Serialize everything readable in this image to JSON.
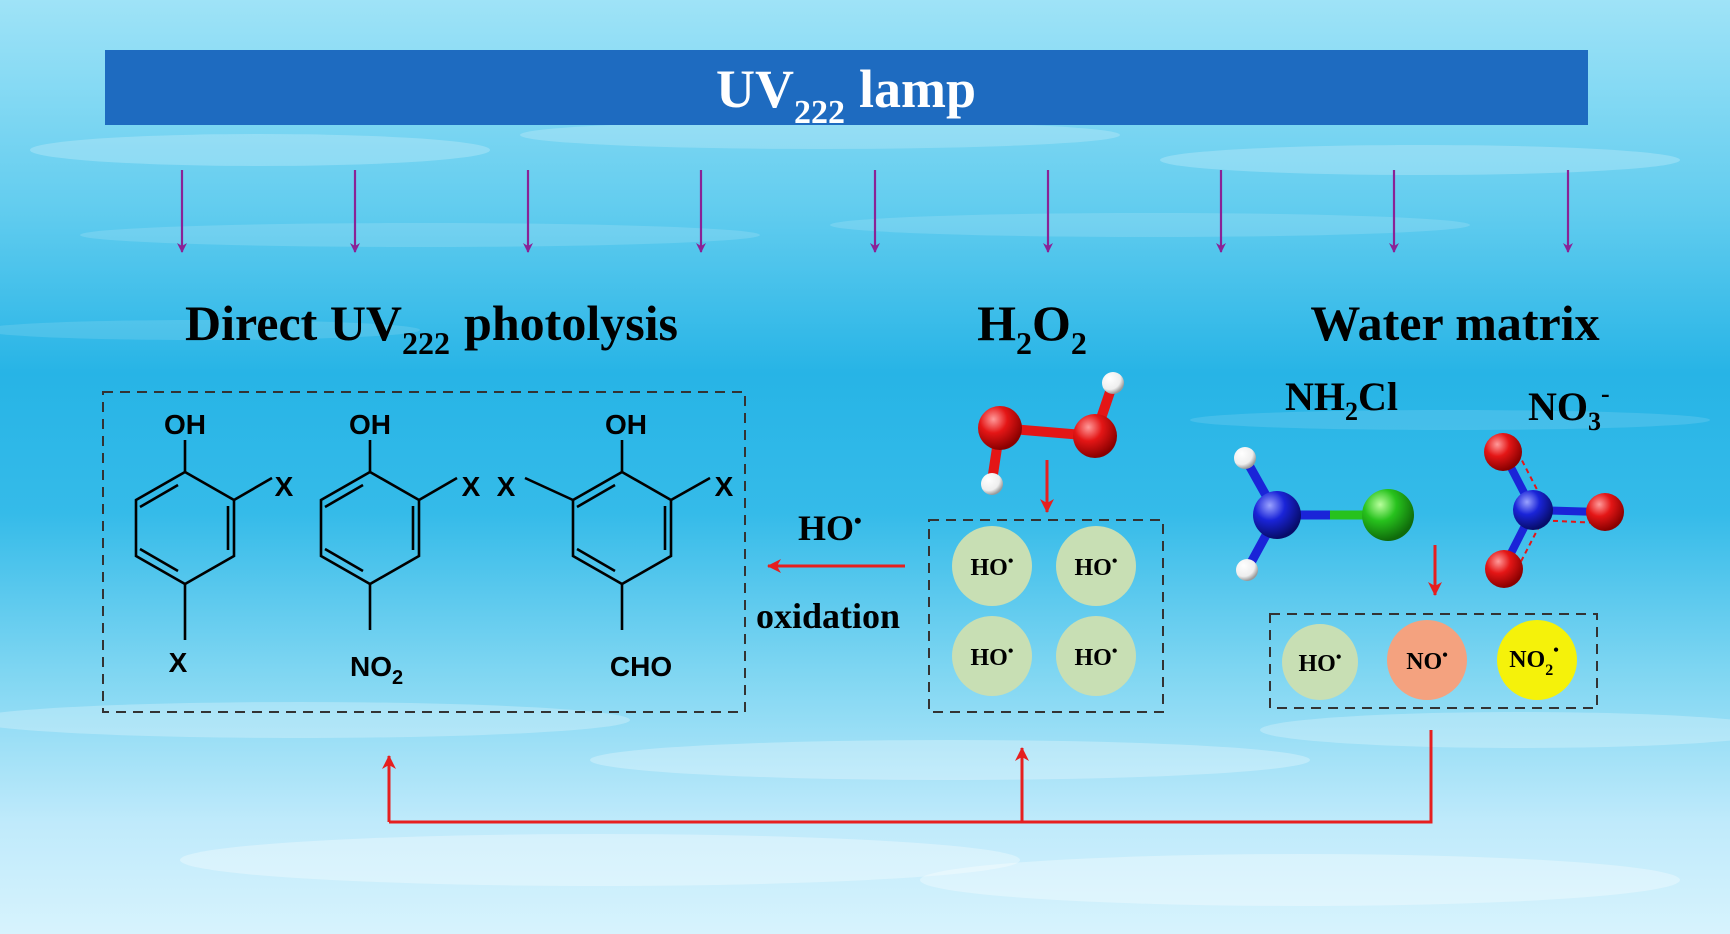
{
  "lamp": {
    "main": "UV",
    "sub": "222",
    "suffix": "lamp"
  },
  "sections": {
    "direct": {
      "prefix": "Direct UV",
      "sub": "222",
      "suffix": "photolysis"
    },
    "h2o2": {
      "a": "H",
      "sub1": "2",
      "b": "O",
      "sub2": "2"
    },
    "water": {
      "label": "Water matrix"
    }
  },
  "species": {
    "nh2cl": {
      "a": "NH",
      "sub": "2",
      "b": "Cl"
    },
    "no3": {
      "a": "NO",
      "sub": "3",
      "sup": "-"
    }
  },
  "compounds": [
    {
      "top": "OH",
      "sub_right": "X",
      "bottom": "X"
    },
    {
      "top": "OH",
      "sub_right": "X",
      "bottom_main": "NO",
      "bottom_sub": "2"
    },
    {
      "top": "OH",
      "sub_left": "X",
      "sub_right": "X",
      "bottom": "CHO"
    }
  ],
  "oxidation": {
    "radical": "HO",
    "dot": "•",
    "label": "oxidation"
  },
  "h2o2_radicals": [
    "HO",
    "HO",
    "HO",
    "HO"
  ],
  "water_radicals": [
    {
      "main": "HO",
      "sub": "",
      "color": "#c8dfb4"
    },
    {
      "main": "NO",
      "sub": "",
      "color": "#f4a27f"
    },
    {
      "main": "NO",
      "sub": "2",
      "color": "#f5f20a"
    }
  ],
  "colors": {
    "lamp_bar": "#1e6bc0",
    "uv_arrow": "#8a2296",
    "red_arrow": "#e61f1f",
    "ho_circle": "#c8dfb4",
    "oxygen": "#e41616",
    "hydrogen": "#ffffff",
    "nitrogen": "#1a24d8",
    "chlorine": "#27c21d"
  }
}
